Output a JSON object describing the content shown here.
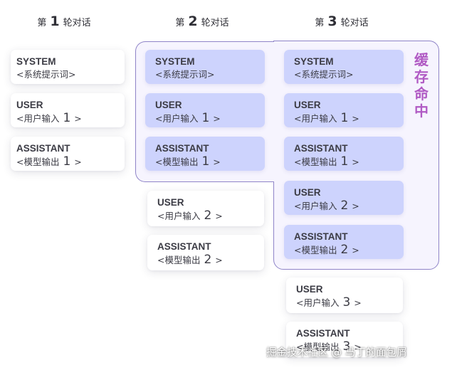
{
  "columns": [
    {
      "prefix": "第",
      "number": "1",
      "suffix": "轮对话"
    },
    {
      "prefix": "第",
      "number": "2",
      "suffix": "轮对话"
    },
    {
      "prefix": "第",
      "number": "3",
      "suffix": "轮对话"
    }
  ],
  "messages": {
    "system": {
      "role": "SYSTEM",
      "text": "<系统提示词>"
    },
    "user1": {
      "role": "USER",
      "text": "<用户输入",
      "n": "1",
      "close": ">"
    },
    "asst1": {
      "role": "ASSISTANT",
      "text": "<模型输出",
      "n": "1",
      "close": ">"
    },
    "user2": {
      "role": "USER",
      "text": "<用户输入",
      "n": "2",
      "close": ">"
    },
    "asst2": {
      "role": "ASSISTANT",
      "text": "<模型输出",
      "n": "2",
      "close": ">"
    },
    "user3": {
      "role": "USER",
      "text": "<用户输入",
      "n": "3",
      "close": ">"
    },
    "asst3": {
      "role": "ASSISTANT",
      "text": "<模型输出",
      "n": "3",
      "close": ">"
    }
  },
  "cache_label": [
    "缓",
    "存",
    "命",
    "中"
  ],
  "watermark": "掘金技术社区 @ 马丁的面包屑",
  "colors": {
    "cached_card": "#cdd3fd",
    "cache_border": "#8f84c8",
    "cache_label": "#b05ac4"
  }
}
